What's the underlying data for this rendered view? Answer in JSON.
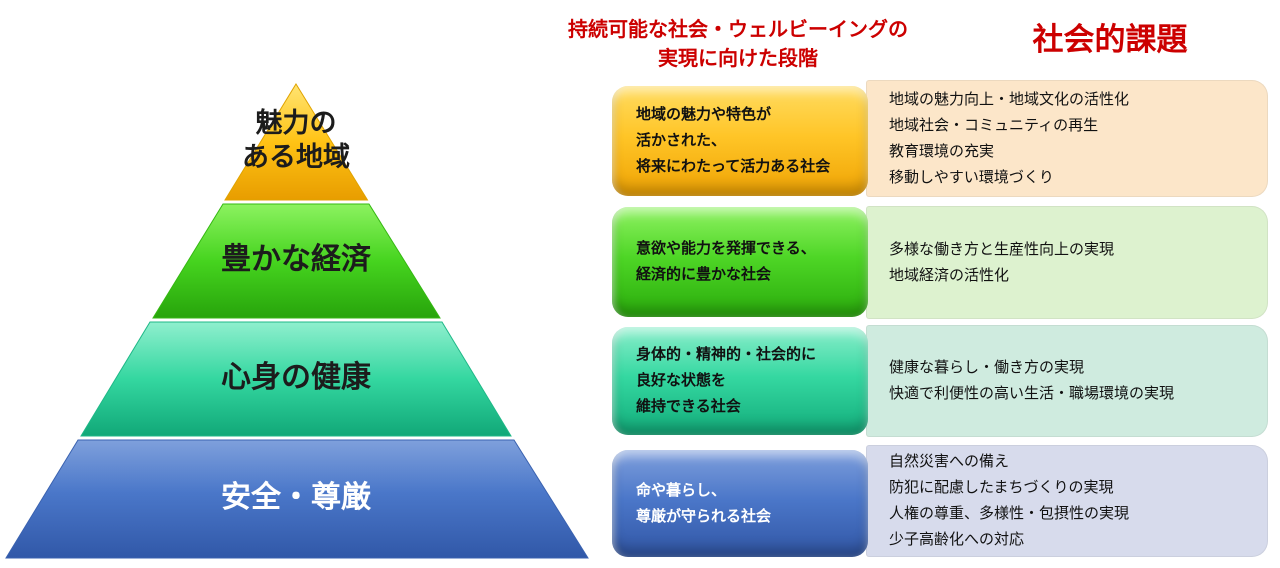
{
  "headers": {
    "stages_title_line1": "持続可能な社会・ウェルビーイングの",
    "stages_title_line2": "実現に向けた段階",
    "issues_title": "社会的課題",
    "title_color": "#CC0000"
  },
  "pyramid": {
    "levels": [
      {
        "name": "attractive-region",
        "label_line1": "魅力の",
        "label_line2": "ある地域",
        "color": "#FFC315",
        "text_color": "#1c1c1c"
      },
      {
        "name": "rich-economy",
        "label_line1": "豊かな経済",
        "color": "#46D41F",
        "text_color": "#1c1c1c"
      },
      {
        "name": "mind-body-health",
        "label_line1": "心身の健康",
        "color": "#34D7A0",
        "text_color": "#1c1c1c"
      },
      {
        "name": "safety-dignity",
        "label_line1": "安全・尊厳",
        "color": "#4A77C9",
        "text_color": "#ffffff"
      }
    ]
  },
  "rows": [
    {
      "stage": {
        "bg": "#FFC527",
        "lines": [
          "地域の魅力や特色が",
          "活かされた、",
          "将来にわたって活力ある社会"
        ]
      },
      "issues": {
        "bg": "#FCE6C9",
        "lines": [
          "地域の魅力向上・地域文化の活性化",
          "地域社会・コミュニティの再生",
          "教育環境の充実",
          "移動しやすい環境づくり"
        ]
      }
    },
    {
      "stage": {
        "bg": "#4ED626",
        "lines": [
          "意欲や能力を発揮できる、",
          "経済的に豊かな社会"
        ]
      },
      "issues": {
        "bg": "#DDF2CF",
        "lines": [
          "多様な働き方と生産性向上の実現",
          "地域経済の活性化"
        ]
      }
    },
    {
      "stage": {
        "bg": "#35D8A1",
        "lines": [
          "身体的・精神的・社会的に",
          "良好な状態を",
          "維持できる社会"
        ]
      },
      "issues": {
        "bg": "#CFEBDF",
        "lines": [
          "健康な暮らし・働き方の実現",
          "快適で利便性の高い生活・職場環境の実現"
        ]
      }
    },
    {
      "stage": {
        "bg": "#4B77C9",
        "lines": [
          "命や暮らし、",
          "尊厳が守られる社会"
        ]
      },
      "issues": {
        "bg": "#D7DBEC",
        "lines": [
          "自然災害への備え",
          "防犯に配慮したまちづくりの実現",
          "人権の尊重、多様性・包摂性の実現",
          "少子高齢化への対応"
        ]
      }
    }
  ]
}
